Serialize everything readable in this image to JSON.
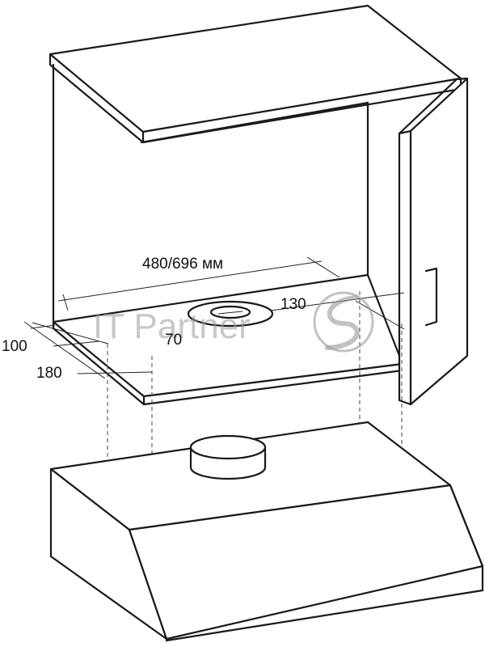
{
  "labels": {
    "width": "480/696 мм",
    "offset_right": "130",
    "duct_diameter": "70",
    "offset_front_1": "100",
    "offset_front_2": "180"
  },
  "watermark": {
    "text": "IT Partner",
    "color": "#9a9a9a"
  },
  "colors": {
    "line": "#1a1a1a",
    "background": "#ffffff"
  }
}
